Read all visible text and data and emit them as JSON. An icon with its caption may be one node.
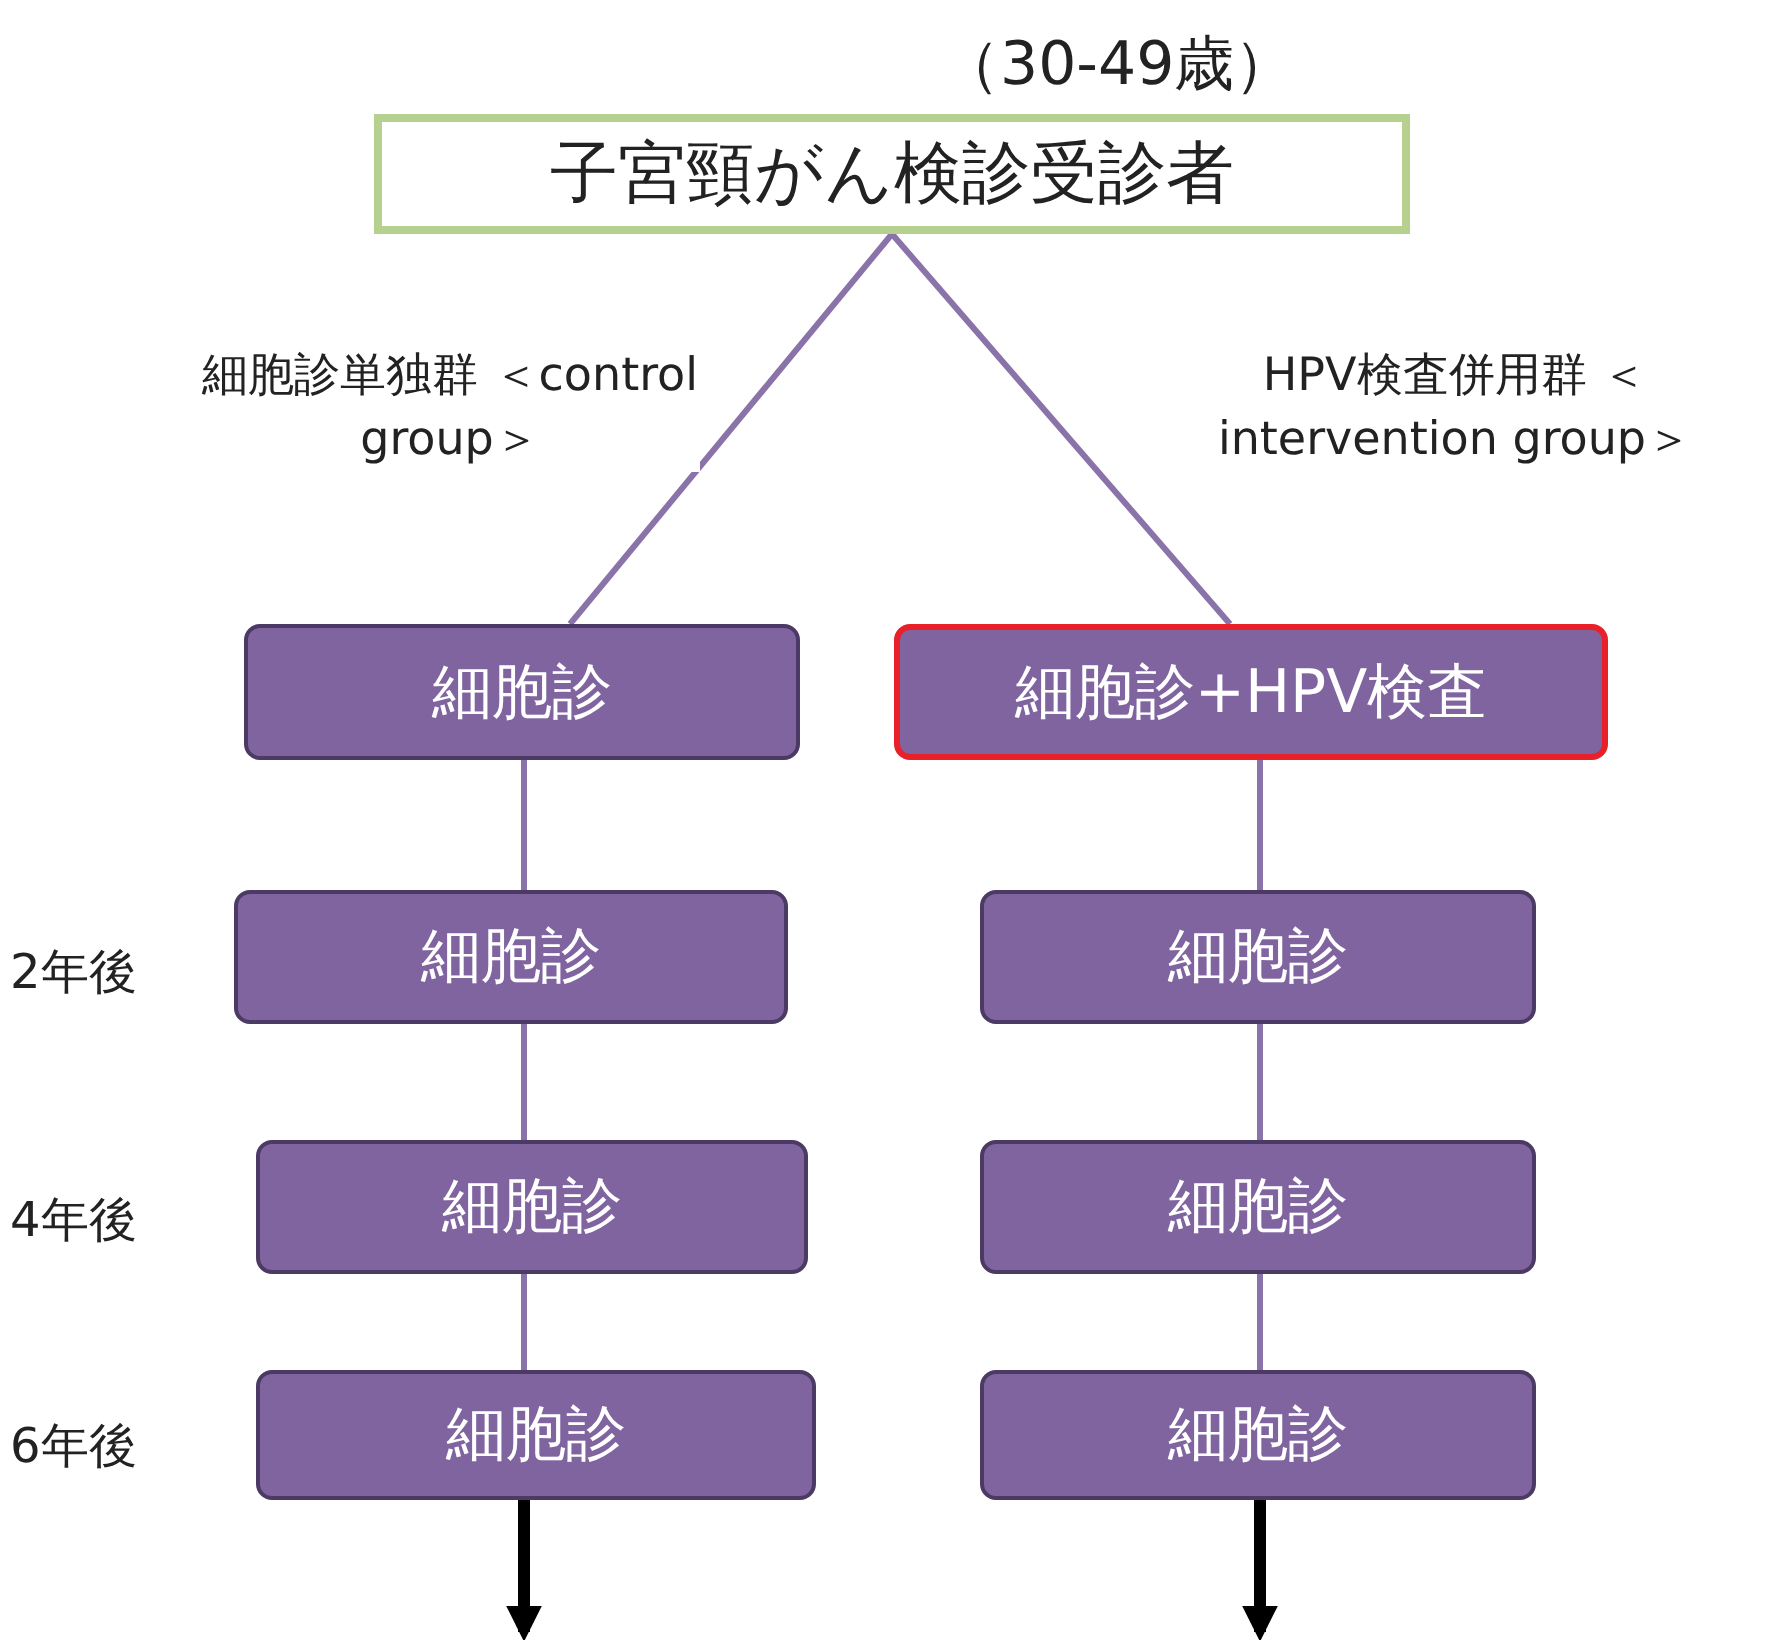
{
  "diagram": {
    "nodes": [
      {
        "text": [
          "子宮頸がん検診受診者"
        ],
        "beside": [
          "（30-49歳）"
        ]
      },
      {
        "text": [
          "細胞診"
        ]
      },
      {
        "text": [
          "細胞診+HPV検査"
        ]
      },
      {
        "text": [
          "細胞診"
        ],
        "beside": [
          "2年後"
        ]
      },
      {
        "text": [
          "細胞診"
        ]
      },
      {
        "text": [
          "細胞診"
        ],
        "beside": [
          "4年後"
        ]
      },
      {
        "text": [
          "細胞診"
        ]
      },
      {
        "text": [
          "細胞診"
        ],
        "beside": [
          "6年後"
        ]
      },
      {
        "text": [
          "細胞診"
        ]
      }
    ],
    "edges": [
      {
        "from": 0,
        "to": 1,
        "arrow": "none",
        "label": "細胞診単独群 ＜control group＞"
      },
      {
        "from": 0,
        "to": 2,
        "arrow": "none",
        "label": "HPV検査併用群 ＜intervention group＞"
      },
      {
        "from": 1,
        "to": 3,
        "arrow": "none"
      },
      {
        "from": 3,
        "to": 5,
        "arrow": "none"
      },
      {
        "from": 5,
        "to": 7,
        "arrow": "none"
      },
      {
        "from": 2,
        "to": 4,
        "arrow": "none"
      },
      {
        "from": 4,
        "to": 6,
        "arrow": "none"
      },
      {
        "from": 6,
        "to": 8,
        "arrow": "none"
      },
      {
        "from": 7,
        "to": null,
        "arrow": "to",
        "style": "thick",
        "color": "#000000"
      },
      {
        "from": 8,
        "to": null,
        "arrow": "to",
        "style": "thick",
        "color": "#000000"
      }
    ]
  }
}
